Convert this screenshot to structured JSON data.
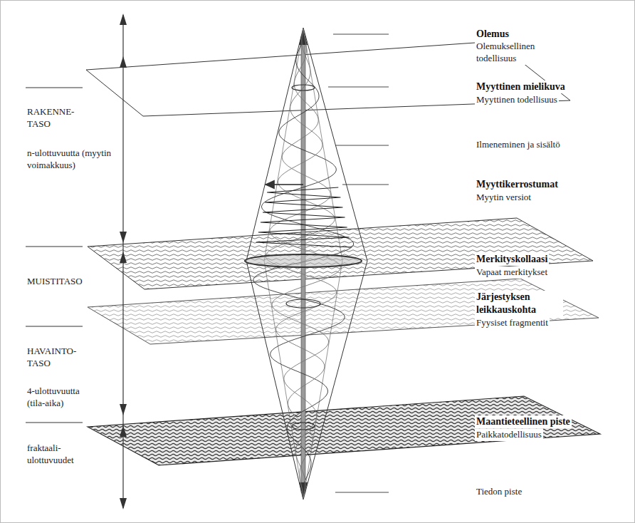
{
  "diagram": {
    "labels": [
      "RAKENNE- TASO",
      "n-ulottuvuutta (myytin voimakkuus)",
      "MUISTITASO",
      "HAVAINTO- TASO",
      "4-ulottuvuutta (tila-aika)",
      "fraktaali- ulottuvuudet",
      "Olemus",
      "Olemuksellinen todellisuus",
      "Myyttinen mielikuva",
      "Myyttinen todellisuus",
      "Ilmeneminen ja sisältö",
      "Myyttikerrostumat",
      "Myytin versiot",
      "Merkityskollaasi",
      "Vapaat merkitykset",
      "Järjestyksen leikkauskohta",
      "Fyysiset fragmentit",
      "Maantieteellinen piste",
      "Paikkatodellisuus",
      "Tiedon piste"
    ]
  }
}
